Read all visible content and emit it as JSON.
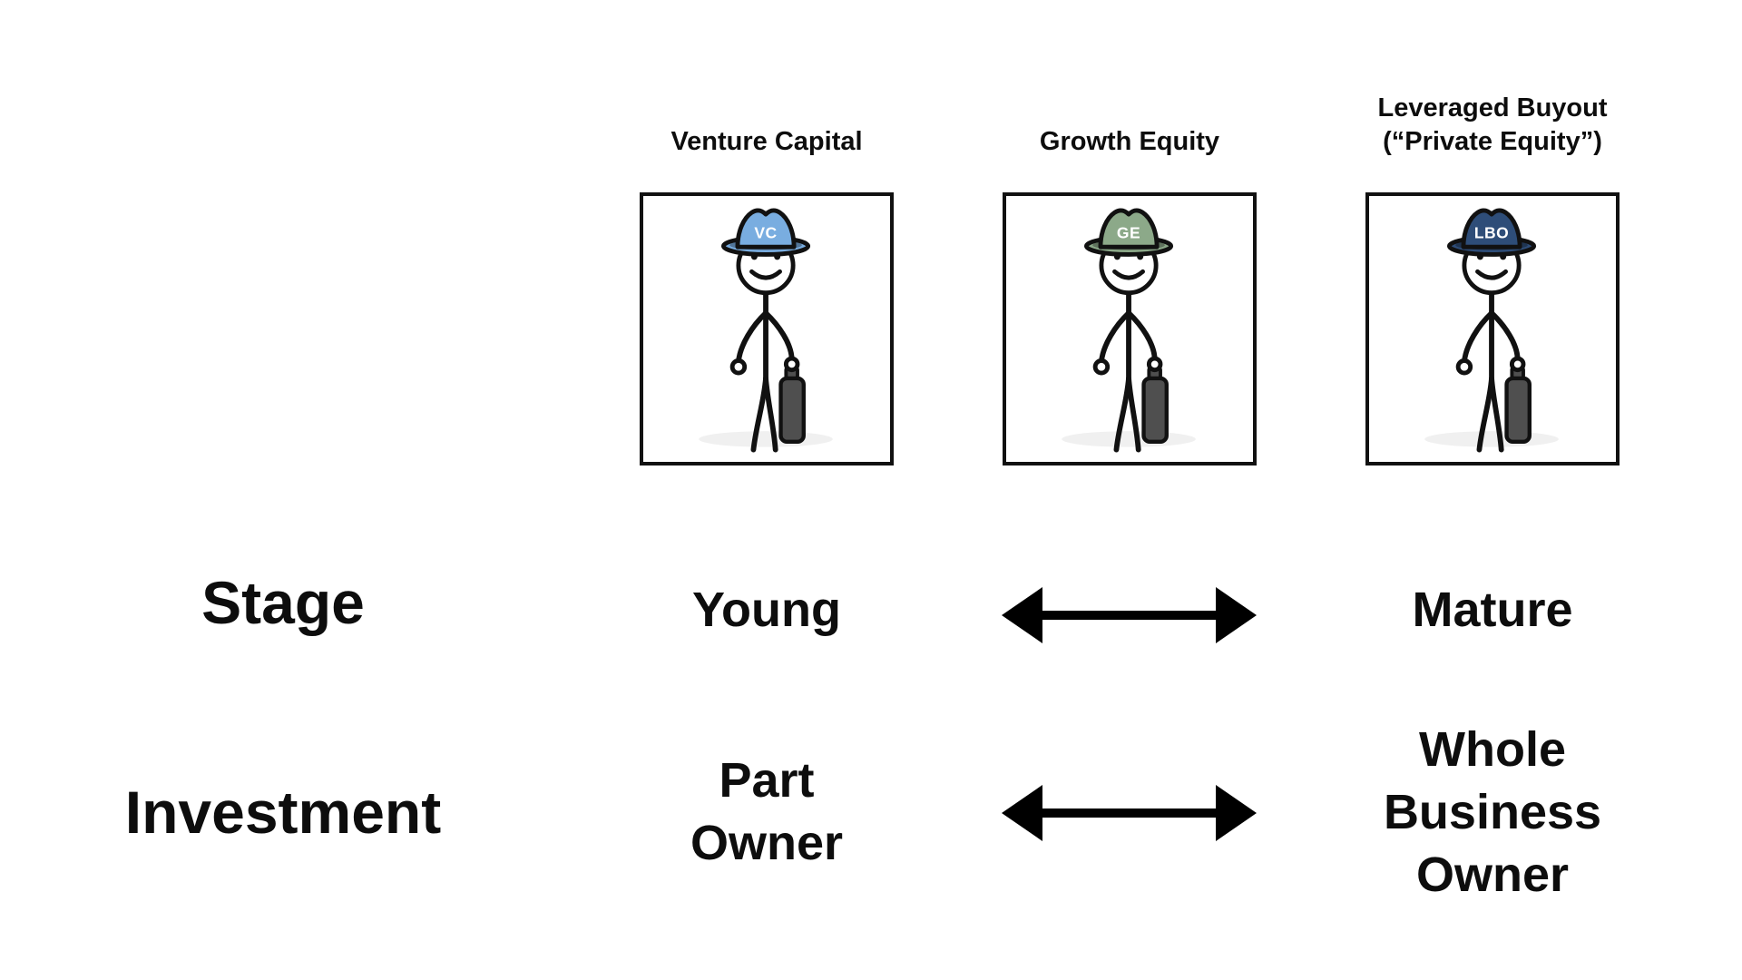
{
  "columns": [
    {
      "title_lines": [
        "Venture Capital"
      ],
      "hat_label": "VC",
      "hat_color": "#79ade0"
    },
    {
      "title_lines": [
        "Growth Equity"
      ],
      "hat_label": "GE",
      "hat_color": "#8ca989"
    },
    {
      "title_lines": [
        "Leveraged Buyout",
        "(“Private Equity”)"
      ],
      "hat_label": "LBO",
      "hat_color": "#2e4d78"
    }
  ],
  "figure": {
    "shadow_color": "#f0f0f0",
    "briefcase_color": "#4f4f4f",
    "skin_color": "#ffffff",
    "outline_color": "#111111"
  },
  "rows": {
    "stage": {
      "label": "Stage",
      "left_value": "Young",
      "right_value": "Mature"
    },
    "investment": {
      "label": "Investment",
      "left_value_lines": [
        "Part",
        "Owner"
      ],
      "right_value_lines": [
        "Whole",
        "Business",
        "Owner"
      ]
    }
  },
  "arrows": {
    "color": "#000000",
    "style": "double-headed"
  }
}
